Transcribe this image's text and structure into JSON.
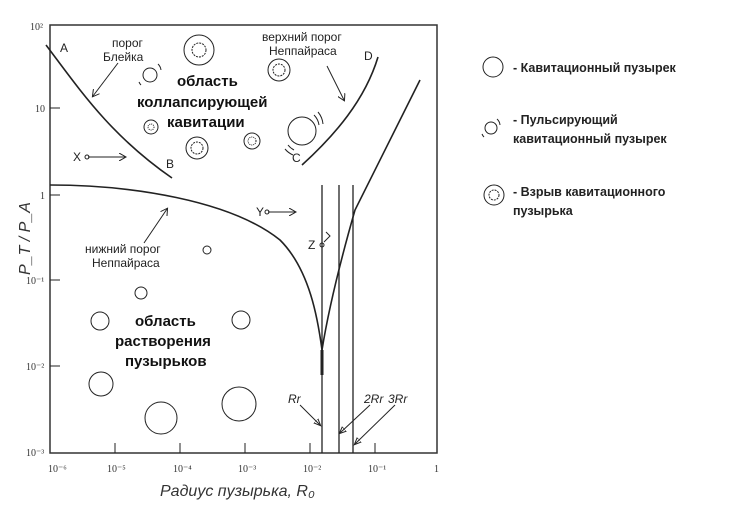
{
  "y_ticks": [
    "10²",
    "10",
    "1",
    "10⁻¹",
    "10⁻²",
    "10⁻³"
  ],
  "x_ticks": [
    "10⁻⁶",
    "10⁻⁵",
    "10⁻⁴",
    "10⁻³",
    "10⁻²",
    "10⁻¹",
    "1"
  ],
  "y_label": "P_T / P_A",
  "x_label": "Радиус пузырька, R₀",
  "labels": {
    "blake_1": "порог",
    "blake_2": "Блейка",
    "upper_1": "верхний порог",
    "upper_2": "Неппайраса",
    "lower_1": "нижний порог",
    "lower_2": "Неппайраса",
    "collapse_1": "область",
    "collapse_2": "коллапсирующей",
    "collapse_3": "кавитации",
    "dissolve_1": "область",
    "dissolve_2": "растворения",
    "dissolve_3": "пузырьков",
    "A": "A",
    "B": "B",
    "C": "C",
    "D": "D",
    "X": "X",
    "Y": "Y",
    "Z": "Z",
    "rr1": "Rr",
    "rr2": "2Rr",
    "rr3": "3Rr"
  },
  "legend": [
    {
      "icon": "bubble-icon",
      "text": "- Кавитационный   пузырек"
    },
    {
      "icon": "pulsing-bubble-icon",
      "text_1": "- Пульсирующий",
      "text_2": "кавитационный пузырек"
    },
    {
      "icon": "bursting-bubble-icon",
      "text_1": "- Взрыв кавитационного",
      "text_2": "пузырька"
    }
  ]
}
